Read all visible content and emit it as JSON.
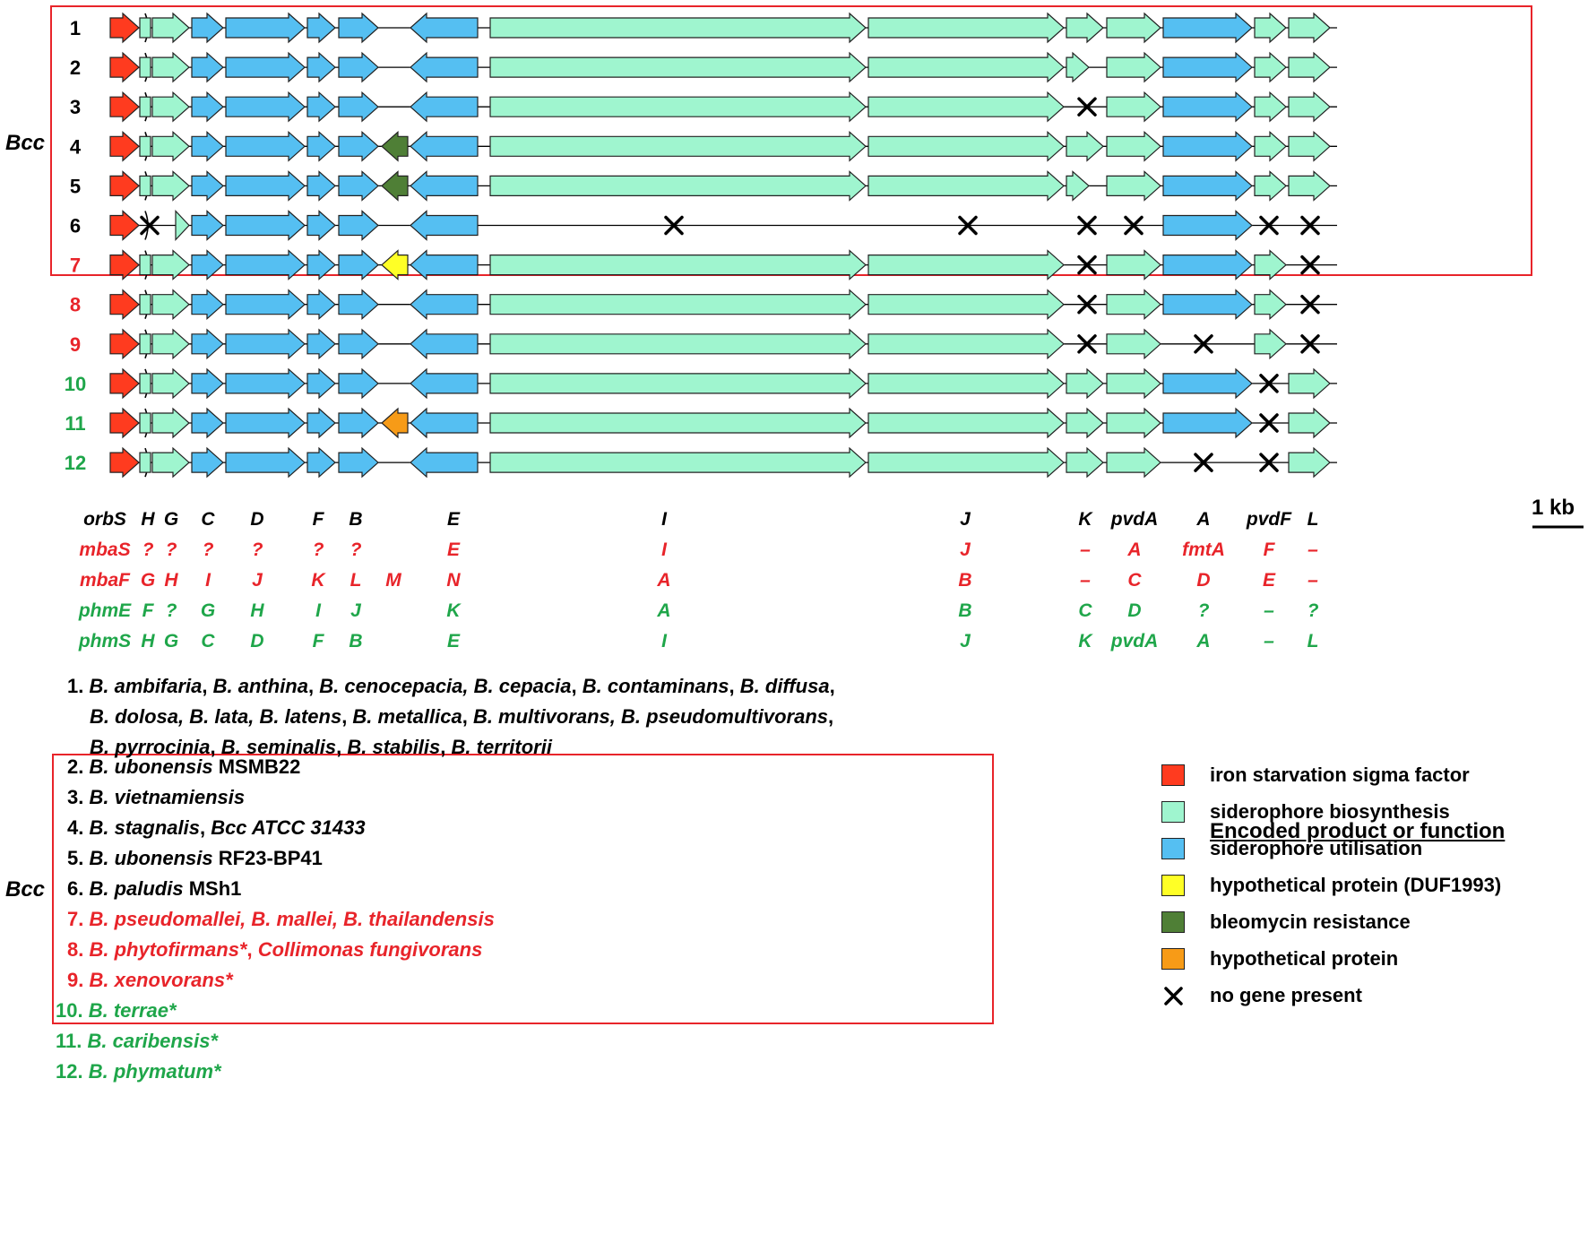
{
  "colors": {
    "iron_sigma": "#ff3b1f",
    "biosynthesis": "#9ff5cf",
    "utilisation": "#55bff2",
    "duf1993": "#ffff26",
    "bleomycin": "#4f7f36",
    "hypothetical": "#f79b17",
    "frame_red": "#e8242a",
    "label_red": "#e8242a",
    "label_green": "#1fa64a"
  },
  "bcc_label": "Bcc",
  "scale_label": "1 kb",
  "rows": [
    {
      "label": "1",
      "color": "black",
      "cluster": "full",
      "middle": "none",
      "K": "full",
      "pvdA": "arrow",
      "A": "arrow",
      "pvdF": "arrow",
      "L": "arrow"
    },
    {
      "label": "2",
      "color": "black",
      "cluster": "full",
      "middle": "none",
      "K": "short",
      "pvdA": "arrow",
      "A": "arrow",
      "pvdF": "arrow",
      "L": "arrow"
    },
    {
      "label": "3",
      "color": "black",
      "cluster": "full",
      "middle": "none",
      "K": "x",
      "pvdA": "arrow",
      "A": "arrow",
      "pvdF": "arrow",
      "L": "arrow"
    },
    {
      "label": "4",
      "color": "black",
      "cluster": "full",
      "middle": "bleomycin",
      "K": "full",
      "pvdA": "arrow",
      "A": "arrow",
      "pvdF": "arrow",
      "L": "arrow"
    },
    {
      "label": "5",
      "color": "black",
      "cluster": "full",
      "middle": "bleomycin",
      "K": "short",
      "pvdA": "arrow",
      "A": "arrow",
      "pvdF": "arrow",
      "L": "arrow"
    },
    {
      "label": "6",
      "color": "black",
      "cluster": "row6",
      "middle": "none",
      "K": "x",
      "pvdA": "x",
      "A": "arrow",
      "pvdF": "x",
      "L": "x"
    },
    {
      "label": "7",
      "color": "red",
      "cluster": "full",
      "middle": "duf1993",
      "K": "x",
      "pvdA": "arrow",
      "A": "arrow",
      "pvdF": "arrow",
      "L": "x"
    },
    {
      "label": "8",
      "color": "red",
      "cluster": "full",
      "middle": "none",
      "K": "x",
      "pvdA": "arrow",
      "A": "arrow",
      "pvdF": "arrow",
      "L": "x"
    },
    {
      "label": "9",
      "color": "red",
      "cluster": "full",
      "middle": "none",
      "K": "x",
      "pvdA": "arrow",
      "A": "x",
      "pvdF": "arrow",
      "L": "x"
    },
    {
      "label": "10",
      "color": "green",
      "cluster": "full",
      "middle": "none",
      "K": "full",
      "pvdA": "arrow",
      "A": "arrow",
      "pvdF": "x",
      "L": "arrow"
    },
    {
      "label": "11",
      "color": "green",
      "cluster": "full",
      "middle": "hypothetical",
      "K": "full",
      "pvdA": "arrow",
      "A": "arrow",
      "pvdF": "x",
      "L": "arrow"
    },
    {
      "label": "12",
      "color": "green",
      "cluster": "full",
      "middle": "none",
      "K": "full",
      "pvdA": "arrow",
      "A": "x",
      "pvdF": "x",
      "L": "arrow"
    }
  ],
  "gene_name_rows": [
    {
      "color": "black",
      "labels": [
        "orbS",
        "H",
        "G",
        "C",
        "D",
        "F",
        "B",
        "",
        "E",
        "I",
        "J",
        "K",
        "pvdA",
        "A",
        "pvdF",
        "L"
      ]
    },
    {
      "color": "red",
      "labels": [
        "mbaS",
        "?",
        "?",
        "?",
        "?",
        "?",
        "?",
        "",
        "E",
        "I",
        "J",
        "–",
        "A",
        "fmtA",
        "F",
        "–"
      ]
    },
    {
      "color": "red",
      "labels": [
        "mbaF",
        "G",
        "H",
        "I",
        "J",
        "K",
        "L",
        "M",
        "N",
        "A",
        "B",
        "–",
        "C",
        "D",
        "E",
        "–"
      ]
    },
    {
      "color": "green",
      "labels": [
        "phmE",
        "F",
        "?",
        "G",
        "H",
        "I",
        "J",
        "",
        "K",
        "A",
        "B",
        "C",
        "D",
        "?",
        "–",
        "?"
      ]
    },
    {
      "color": "green",
      "labels": [
        "phmS",
        "H",
        "G",
        "C",
        "D",
        "F",
        "B",
        "",
        "E",
        "I",
        "J",
        "K",
        "pvdA",
        "A",
        "–",
        "L"
      ]
    }
  ],
  "species": [
    {
      "num": "1.",
      "lines": [
        [
          [
            "it",
            "B. ambifaria"
          ],
          [
            "rm",
            ", "
          ],
          [
            "it",
            "B. anthina"
          ],
          [
            "rm",
            ", "
          ],
          [
            "it",
            "B. cenocepacia, B. cepacia"
          ],
          [
            "rm",
            ", "
          ],
          [
            "it",
            "B. contaminans"
          ],
          [
            "rm",
            ", "
          ],
          [
            "it",
            "B. diffusa"
          ],
          [
            "rm",
            ","
          ]
        ],
        [
          [
            "it",
            "B. dolosa, B. lata, B. latens"
          ],
          [
            "rm",
            ", "
          ],
          [
            "it",
            "B. metallica"
          ],
          [
            "rm",
            ", "
          ],
          [
            "it",
            "B. multivorans, B. pseudomultivorans"
          ],
          [
            "rm",
            ","
          ]
        ],
        [
          [
            "it",
            "B. pyrrocinia"
          ],
          [
            "rm",
            ", "
          ],
          [
            "it",
            "B. seminalis"
          ],
          [
            "rm",
            ", "
          ],
          [
            "it",
            "B. stabilis"
          ],
          [
            "rm",
            ", "
          ],
          [
            "it",
            "B. territorii"
          ]
        ]
      ]
    },
    {
      "num": "2.",
      "lines": [
        [
          [
            "it",
            "B. ubonensis"
          ],
          [
            "rm",
            " MSMB22"
          ]
        ]
      ]
    },
    {
      "num": "3.",
      "lines": [
        [
          [
            "it",
            "B. vietnamiensis"
          ]
        ]
      ]
    },
    {
      "num": "4.",
      "lines": [
        [
          [
            "it",
            "B. stagnalis"
          ],
          [
            "rm",
            ", "
          ],
          [
            "it",
            "Bcc ATCC 31433"
          ]
        ]
      ]
    },
    {
      "num": "5.",
      "lines": [
        [
          [
            "it",
            "B. ubonensis"
          ],
          [
            "rm",
            " RF23-BP41"
          ]
        ]
      ]
    },
    {
      "num": "6.",
      "lines": [
        [
          [
            "it",
            "B. paludis"
          ],
          [
            "rm",
            " MSh1"
          ]
        ]
      ]
    },
    {
      "num": "7.",
      "lines": [
        [
          [
            "it",
            "B. pseudomallei, B. mallei, B. thailandensis"
          ]
        ]
      ]
    },
    {
      "num": "8.",
      "lines": [
        [
          [
            "it",
            "B. phytofirmans*"
          ],
          [
            "rm",
            ", "
          ],
          [
            "it",
            "Collimonas fungivorans"
          ]
        ]
      ]
    },
    {
      "num": "9.",
      "lines": [
        [
          [
            "it",
            "B. xenovorans*"
          ]
        ]
      ]
    },
    {
      "num": "10.",
      "lines": [
        [
          [
            "it",
            "B. terrae*"
          ]
        ]
      ]
    },
    {
      "num": "11.",
      "lines": [
        [
          [
            "it",
            "B. caribensis*"
          ]
        ]
      ]
    },
    {
      "num": "12.",
      "lines": [
        [
          [
            "it",
            "B. phymatum*"
          ]
        ]
      ]
    }
  ],
  "legend": {
    "title": "Encoded product or function",
    "items": [
      {
        "label": "iron starvation sigma factor",
        "color": "#ff3b1f",
        "icon": "swatch"
      },
      {
        "label": "siderophore biosynthesis",
        "color": "#9ff5cf",
        "icon": "swatch"
      },
      {
        "label": "siderophore utilisation",
        "color": "#55bff2",
        "icon": "swatch"
      },
      {
        "label": "hypothetical protein (DUF1993)",
        "color": "#ffff26",
        "icon": "swatch"
      },
      {
        "label": "bleomycin resistance",
        "color": "#4f7f36",
        "icon": "swatch"
      },
      {
        "label": "hypothetical protein",
        "color": "#f79b17",
        "icon": "swatch"
      },
      {
        "label": "no gene present",
        "color": "#000000",
        "icon": "cross-icon"
      }
    ]
  }
}
